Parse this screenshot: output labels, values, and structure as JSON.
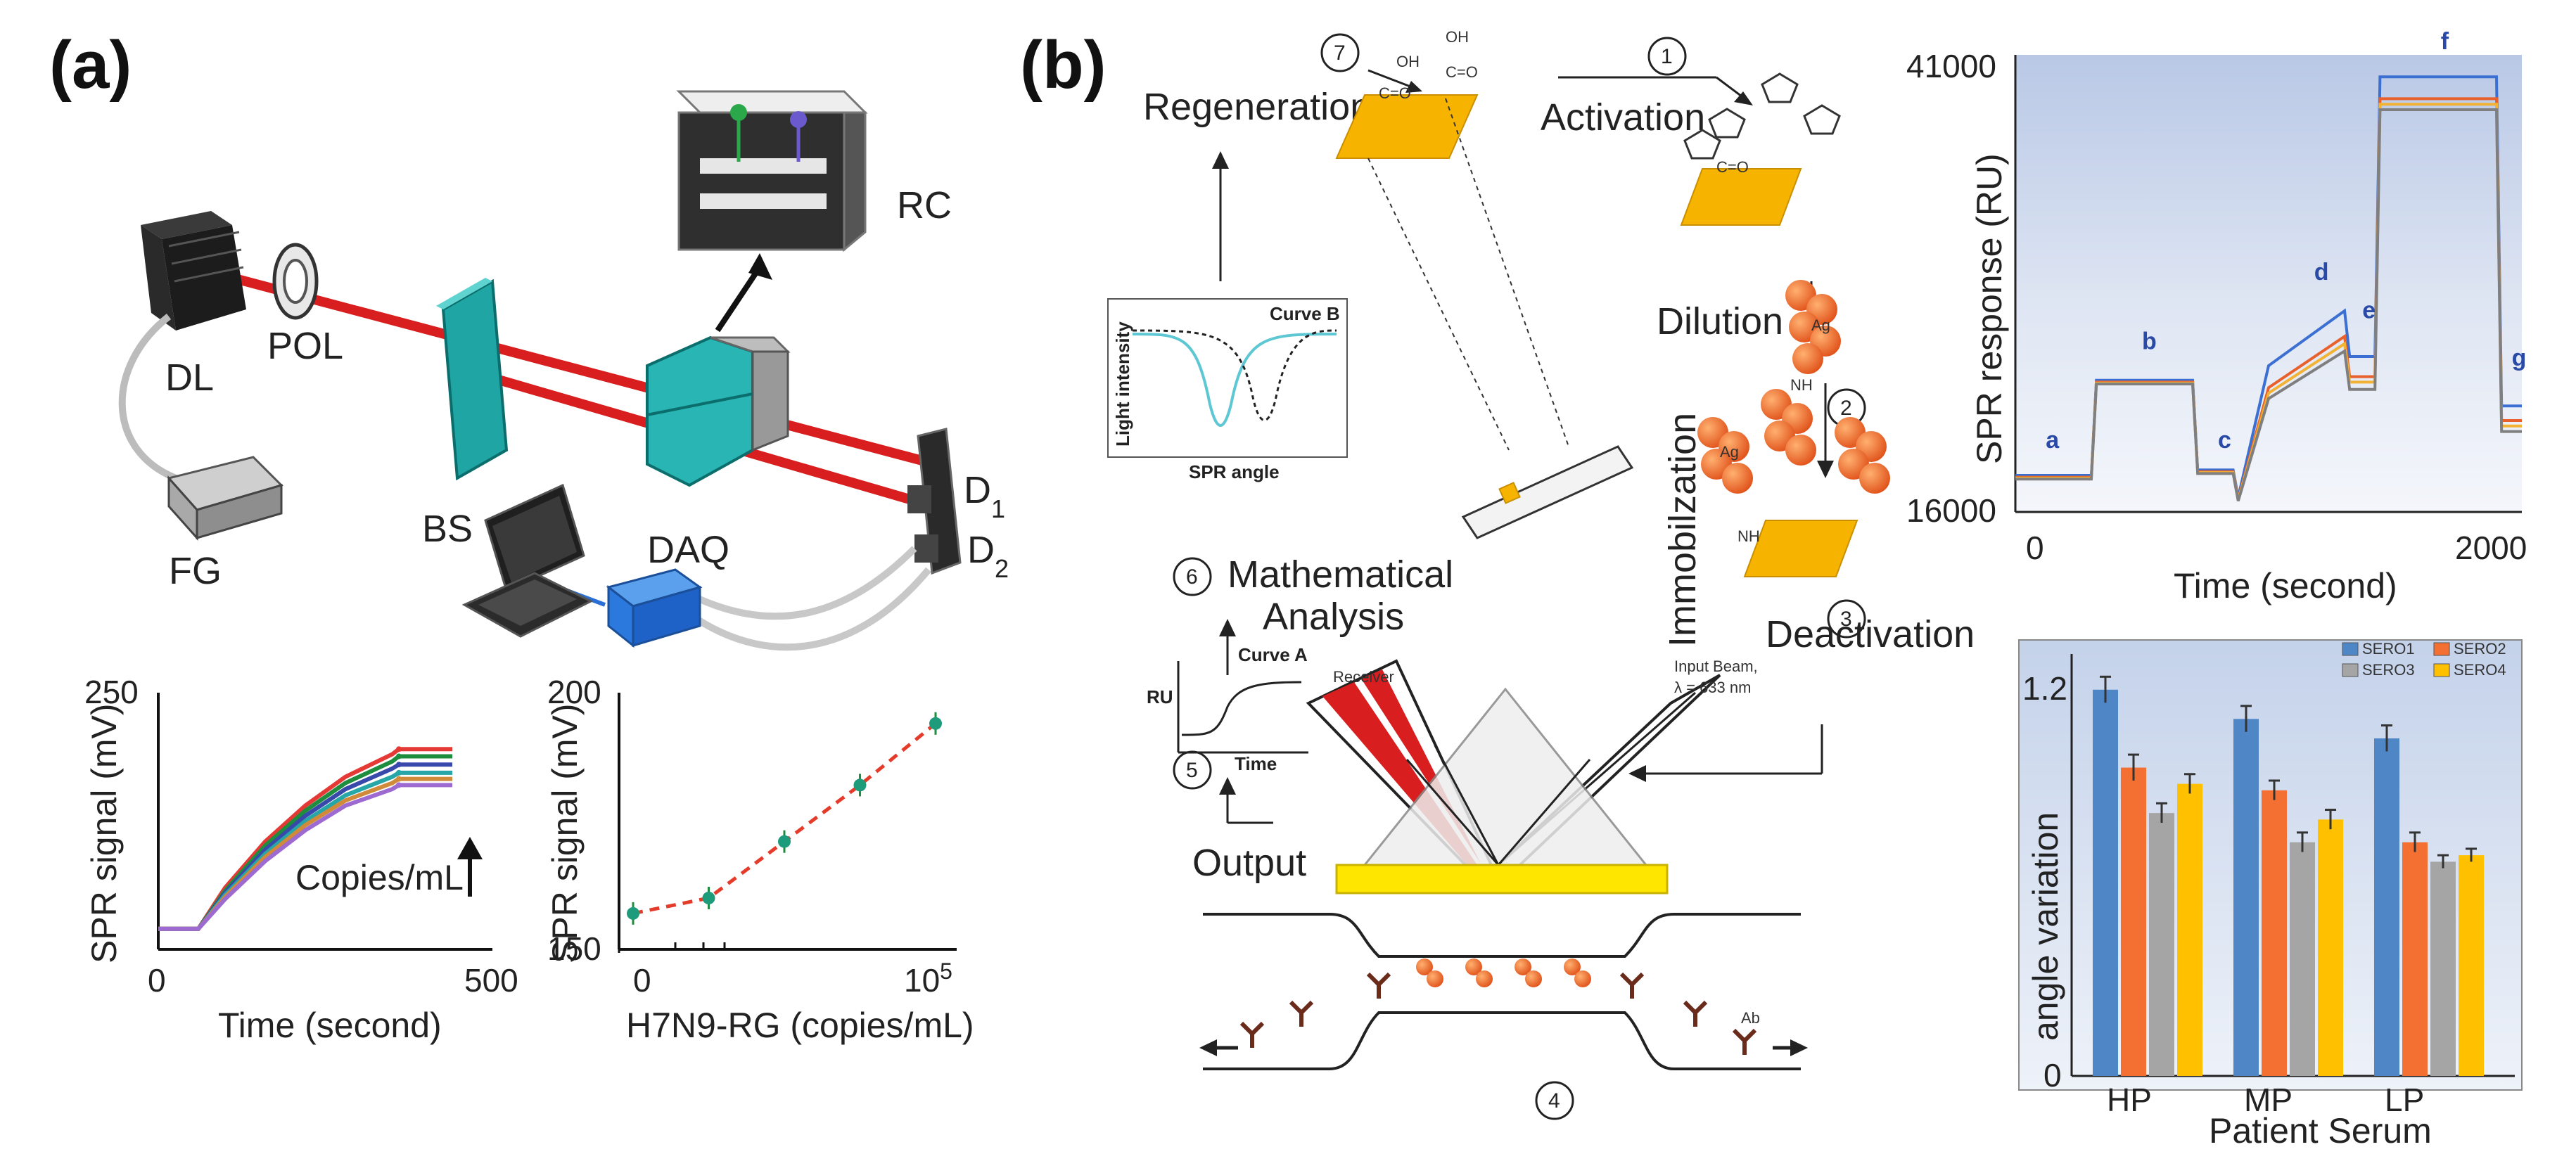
{
  "panel_a": {
    "label": "(a)",
    "components": {
      "dl": "DL",
      "pol": "POL",
      "rc": "RC",
      "bs": "BS",
      "fg": "FG",
      "daq": "DAQ",
      "d1": "D",
      "d1_sub": "1",
      "d2": "D",
      "d2_sub": "2"
    },
    "chart_time": {
      "type": "line",
      "ylabel": "SPR signal (mV)",
      "xlabel": "Time (second)",
      "xlim": [
        0,
        500
      ],
      "ylim": [
        0,
        250
      ],
      "xticks": [
        "0",
        "500"
      ],
      "yticks": [
        "250"
      ],
      "annotation": "Copies/mL",
      "series_colors": [
        "#e53935",
        "#1e8e3e",
        "#3949ab",
        "#26a6a6",
        "#d08a3a",
        "#9c6ad0"
      ],
      "series": [
        {
          "plateau": 195,
          "values": [
            [
              0,
              20
            ],
            [
              60,
              20
            ],
            [
              100,
              60
            ],
            [
              160,
              105
            ],
            [
              220,
              140
            ],
            [
              280,
              168
            ],
            [
              350,
              190
            ],
            [
              360,
              195
            ],
            [
              440,
              195
            ]
          ]
        },
        {
          "plateau": 188,
          "values": [
            [
              0,
              20
            ],
            [
              60,
              20
            ],
            [
              100,
              57
            ],
            [
              160,
              101
            ],
            [
              220,
              135
            ],
            [
              280,
              162
            ],
            [
              350,
              183
            ],
            [
              360,
              188
            ],
            [
              440,
              188
            ]
          ]
        },
        {
          "plateau": 180,
          "values": [
            [
              0,
              20
            ],
            [
              60,
              20
            ],
            [
              100,
              55
            ],
            [
              160,
              97
            ],
            [
              220,
              130
            ],
            [
              280,
              156
            ],
            [
              350,
              176
            ],
            [
              360,
              180
            ],
            [
              440,
              180
            ]
          ]
        },
        {
          "plateau": 172,
          "values": [
            [
              0,
              20
            ],
            [
              60,
              20
            ],
            [
              100,
              53
            ],
            [
              160,
              93
            ],
            [
              220,
              125
            ],
            [
              280,
              150
            ],
            [
              350,
              168
            ],
            [
              360,
              172
            ],
            [
              440,
              172
            ]
          ]
        },
        {
          "plateau": 166,
          "values": [
            [
              0,
              20
            ],
            [
              60,
              20
            ],
            [
              100,
              51
            ],
            [
              160,
              90
            ],
            [
              220,
              121
            ],
            [
              280,
              145
            ],
            [
              350,
              162
            ],
            [
              360,
              166
            ],
            [
              440,
              166
            ]
          ]
        },
        {
          "plateau": 160,
          "values": [
            [
              0,
              20
            ],
            [
              60,
              20
            ],
            [
              100,
              49
            ],
            [
              160,
              86
            ],
            [
              220,
              116
            ],
            [
              280,
              140
            ],
            [
              350,
              156
            ],
            [
              360,
              160
            ],
            [
              440,
              160
            ]
          ]
        }
      ]
    },
    "chart_conc": {
      "type": "scatter",
      "ylabel": "SPR signal (mV)",
      "xlabel": "H7N9-RG (copies/mL)",
      "xticks": [
        "0",
        "10"
      ],
      "xtick_sup": "5",
      "yticks": [
        "150",
        "200"
      ],
      "ylim": [
        150,
        200
      ],
      "points": [
        [
          0,
          157
        ],
        [
          1,
          160
        ],
        [
          2,
          171
        ],
        [
          3,
          182
        ],
        [
          4,
          194
        ]
      ]
    }
  },
  "panel_b": {
    "label": "(b)",
    "steps": {
      "s1": "1",
      "s2": "2",
      "s3": "3",
      "s4": "4",
      "s5": "5",
      "s6": "6",
      "s7": "7"
    },
    "labels": {
      "regeneration": "Regeneration",
      "activation": "Activation",
      "dilution": "Dilution",
      "immobilization": "Immobilzation",
      "deactivation": "Deactivation",
      "mathematical": "Mathematical",
      "analysis": "Analysis",
      "output": "Output",
      "light_intensity": "Light intensity",
      "spr_angle": "SPR angle",
      "curve_b": "Curve B",
      "curve_a": "Curve A",
      "ru": "RU",
      "time": "Time",
      "receiver": "Receiver",
      "input_beam": "Input Beam,",
      "wavelength": "λ = 633 nm",
      "ab": "Ab",
      "ag": "Ag",
      "oh": "OH",
      "nh": "NH",
      "coo": "C=O"
    },
    "chart_spr": {
      "type": "line",
      "ylabel": "SPR response (RU)",
      "xlabel": "Time (second)",
      "xlim": [
        0,
        2000
      ],
      "ylim": [
        16000,
        41000
      ],
      "xticks": [
        "0",
        "2000"
      ],
      "yticks": [
        "16000",
        "41000"
      ],
      "segments": [
        "a",
        "b",
        "c",
        "d",
        "e",
        "f",
        "g"
      ],
      "series": [
        {
          "color": "#3b6fd1",
          "values": [
            [
              0,
              18000
            ],
            [
              300,
              18000
            ],
            [
              320,
              23200
            ],
            [
              700,
              23200
            ],
            [
              720,
              18300
            ],
            [
              860,
              18300
            ],
            [
              880,
              16800
            ],
            [
              1000,
              24000
            ],
            [
              1300,
              27000
            ],
            [
              1320,
              24500
            ],
            [
              1420,
              24500
            ],
            [
              1440,
              39800
            ],
            [
              1900,
              39800
            ],
            [
              1920,
              21800
            ],
            [
              2000,
              21800
            ]
          ]
        },
        {
          "color": "#e8602c",
          "values": [
            [
              0,
              17900
            ],
            [
              300,
              17900
            ],
            [
              320,
              23100
            ],
            [
              700,
              23100
            ],
            [
              720,
              18200
            ],
            [
              860,
              18200
            ],
            [
              880,
              16700
            ],
            [
              1000,
              22800
            ],
            [
              1300,
              25600
            ],
            [
              1320,
              23400
            ],
            [
              1420,
              23400
            ],
            [
              1440,
              38600
            ],
            [
              1900,
              38600
            ],
            [
              1920,
              21000
            ],
            [
              2000,
              21000
            ]
          ]
        },
        {
          "color": "#f2b233",
          "values": [
            [
              0,
              17850
            ],
            [
              300,
              17850
            ],
            [
              320,
              23050
            ],
            [
              700,
              23050
            ],
            [
              720,
              18150
            ],
            [
              860,
              18150
            ],
            [
              880,
              16650
            ],
            [
              1000,
              22500
            ],
            [
              1300,
              25200
            ],
            [
              1320,
              23100
            ],
            [
              1420,
              23100
            ],
            [
              1440,
              38300
            ],
            [
              1900,
              38300
            ],
            [
              1920,
              20700
            ],
            [
              2000,
              20700
            ]
          ]
        },
        {
          "color": "#7f7f7f",
          "values": [
            [
              0,
              17800
            ],
            [
              300,
              17800
            ],
            [
              320,
              23000
            ],
            [
              700,
              23000
            ],
            [
              720,
              18100
            ],
            [
              860,
              18100
            ],
            [
              880,
              16600
            ],
            [
              1000,
              22200
            ],
            [
              1300,
              24800
            ],
            [
              1320,
              22700
            ],
            [
              1420,
              22700
            ],
            [
              1440,
              38000
            ],
            [
              1900,
              38000
            ],
            [
              1920,
              20400
            ],
            [
              2000,
              20400
            ]
          ]
        }
      ]
    },
    "chart_bar": {
      "type": "bar",
      "ylabel": "angle variation",
      "xlabel": "Patient Serum",
      "categories": [
        "HP",
        "MP",
        "LP"
      ],
      "yticks": [
        "0",
        "1.2"
      ],
      "ylim": [
        0,
        1.3
      ],
      "series": [
        {
          "name": "SERO1",
          "color": "#4f86c6",
          "values": [
            1.19,
            1.1,
            1.04
          ],
          "err": [
            0.04,
            0.04,
            0.04
          ]
        },
        {
          "name": "SERO2",
          "color": "#f37032",
          "values": [
            0.95,
            0.88,
            0.72
          ],
          "err": [
            0.04,
            0.03,
            0.03
          ]
        },
        {
          "name": "SERO3",
          "color": "#a5a5a5",
          "values": [
            0.81,
            0.72,
            0.66
          ],
          "err": [
            0.03,
            0.03,
            0.02
          ]
        },
        {
          "name": "SERO4",
          "color": "#ffc000",
          "values": [
            0.9,
            0.79,
            0.68
          ],
          "err": [
            0.03,
            0.03,
            0.02
          ]
        }
      ]
    }
  }
}
